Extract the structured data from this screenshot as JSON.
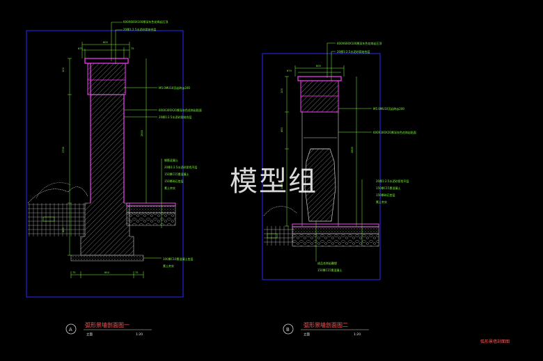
{
  "drawing_a": {
    "callouts": [
      "600X600X100厚深灰色花岗岩压顶",
      "20厚1:2.5水泥砂浆结合层",
      "M5.0MU10页岩砖@200",
      "600X300X20厚深灰色花岗岩贴面",
      "20厚1:2.5水泥砂浆结合层",
      "钢筋混凝土",
      "20厚1:2.5水泥砂浆找平层",
      "150厚C15素混凝土",
      "150厚碎石垫层",
      "素土夯实",
      "100厚C10素混凝土垫层",
      "素土夯实"
    ],
    "dims_top": [
      "675",
      "600",
      "75"
    ],
    "dims_side": [
      "100",
      "600",
      "1700",
      "450",
      "2800"
    ],
    "dims_bottom": [
      "75",
      "650",
      "75"
    ],
    "title": "弧形景墙剖面图一",
    "scale": "1:20",
    "sub": "立面",
    "marker": "A"
  },
  "drawing_b": {
    "callouts": [
      "600X600X100厚深灰色花岗岩压顶",
      "20厚1:2.5水泥砂浆结合层",
      "M5.0MU10页岩砖@200",
      "600X300X20厚深灰色花岗岩贴面",
      "20厚1:2.5水泥砂浆找平层",
      "150厚C15素混凝土",
      "150厚碎石垫层",
      "素土夯实",
      "成品花岗岩雕塑",
      "150厚C15素混凝土"
    ],
    "dims_top": [
      "675",
      "600"
    ],
    "dims_side": [
      "100",
      "450",
      "800",
      "1400",
      "2800"
    ],
    "title": "弧形景墙剖面图二",
    "scale": "1:20",
    "sub": "立面",
    "marker": "B"
  },
  "sheet_title": "弧形景墙剖面图",
  "watermark": "模型组",
  "colors": {
    "background": "#000000",
    "frame": "#2a2aff",
    "text": "#7fff3a",
    "title": "#ff5a5a",
    "highlight": "#ff3cff"
  }
}
